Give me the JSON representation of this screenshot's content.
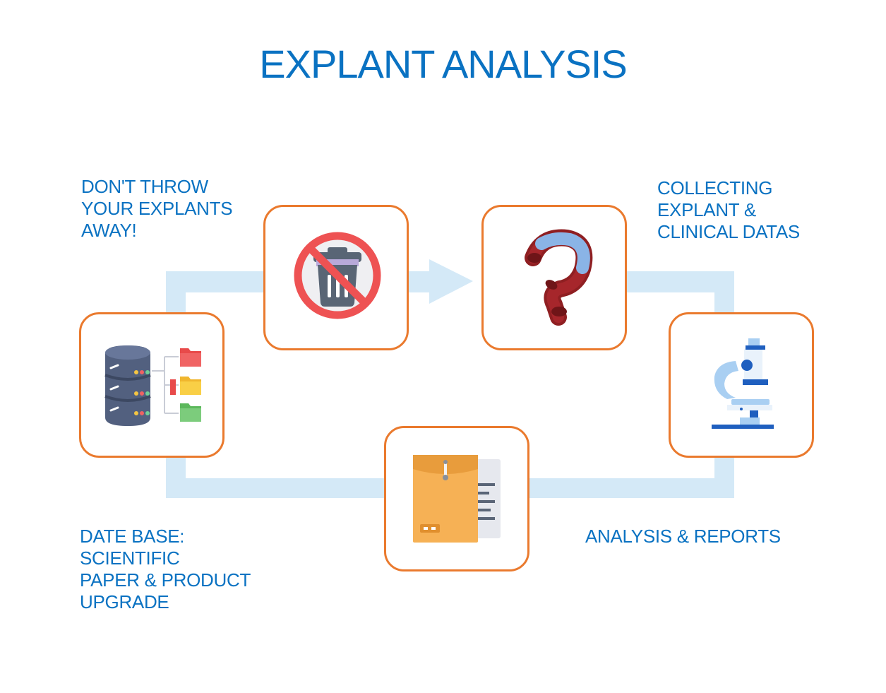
{
  "title": "EXPLANT ANALYSIS",
  "steps": [
    {
      "id": "dont-throw",
      "lines": [
        "DON'T THROW",
        "YOUR EXPLANTS",
        "AWAY!"
      ],
      "icon": "no-trash-icon"
    },
    {
      "id": "collecting",
      "lines": [
        "COLLECTING",
        "EXPLANT &",
        "CLINICAL DATAS"
      ],
      "icon": "blood-vessel-icon"
    },
    {
      "id": "analysis",
      "lines": [
        "ANALYSIS & REPORTS"
      ],
      "icon": "microscope-icon"
    },
    {
      "id": "reports",
      "lines": [],
      "icon": "envelope-document-icon"
    },
    {
      "id": "database",
      "lines": [
        "DATE BASE:",
        "SCIENTIFIC",
        "PAPER & PRODUCT",
        "UPGRADE"
      ],
      "icon": "database-folders-icon"
    }
  ],
  "colors": {
    "title": "#0a72c2",
    "border": "#ea7a2e",
    "flow": "#d4e9f7"
  }
}
